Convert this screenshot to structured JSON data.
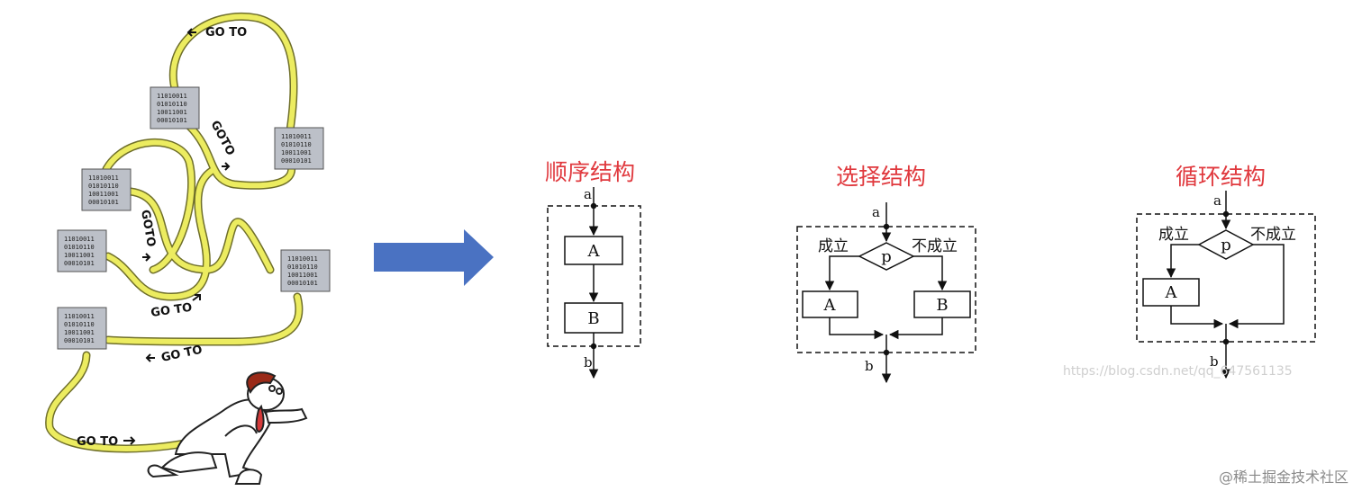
{
  "spaghetti": {
    "goto_label": "GO TO",
    "goto_vertical_label": "GOTO",
    "binary_lines": [
      "11010011",
      "01010110",
      "10011001",
      "00010101"
    ]
  },
  "sequence": {
    "title": "顺序结构",
    "entry": "a",
    "exit": "b",
    "box_a": "A",
    "box_b": "B"
  },
  "selection": {
    "title": "选择结构",
    "entry": "a",
    "exit": "b",
    "condition": "p",
    "true_label": "成立",
    "false_label": "不成立",
    "box_a": "A",
    "box_b": "B"
  },
  "loop": {
    "title": "循环结构",
    "entry": "a",
    "exit": "b",
    "condition": "p",
    "true_label": "成立",
    "false_label": "不成立",
    "box_a": "A"
  },
  "watermark": "https://blog.csdn.net/qq_647561135",
  "credit": "@稀土掘金技术社区",
  "colors": {
    "arrow": "#4a72c2",
    "title": "#e0393e",
    "wire": "#e8e85a",
    "chip": "#bcc0c8"
  }
}
